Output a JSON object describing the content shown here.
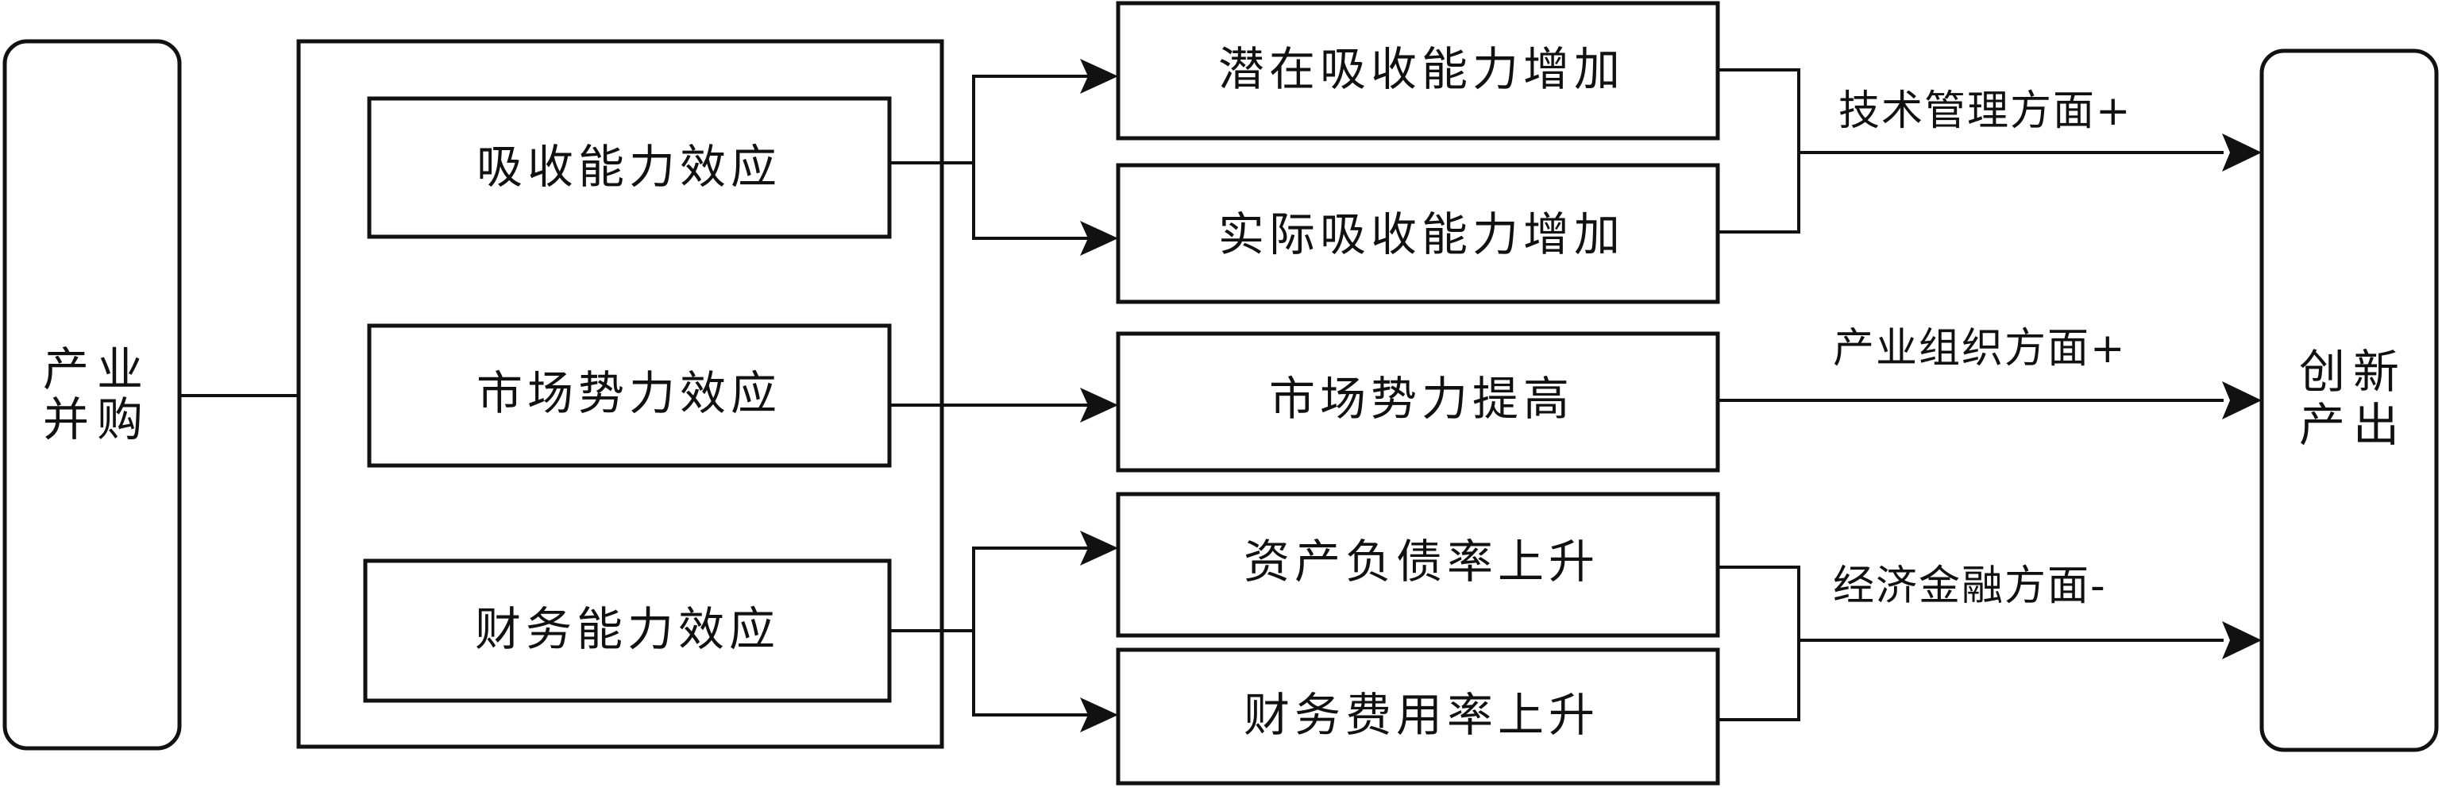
{
  "source_node": {
    "line1": "产业",
    "line2": "并购"
  },
  "effects": [
    {
      "label": "吸收能力效应"
    },
    {
      "label": "市场势力效应"
    },
    {
      "label": "财务能力效应"
    }
  ],
  "outcomes": [
    {
      "label": "潜在吸收能力增加"
    },
    {
      "label": "实际吸收能力增加"
    },
    {
      "label": "市场势力提高"
    },
    {
      "label": "资产负债率上升"
    },
    {
      "label": "财务费用率上升"
    }
  ],
  "aspects": [
    {
      "label": "技术管理方面+"
    },
    {
      "label": "产业组织方面+"
    },
    {
      "label": "经济金融方面-"
    }
  ],
  "target_node": {
    "line1": "创新",
    "line2": "产出"
  }
}
